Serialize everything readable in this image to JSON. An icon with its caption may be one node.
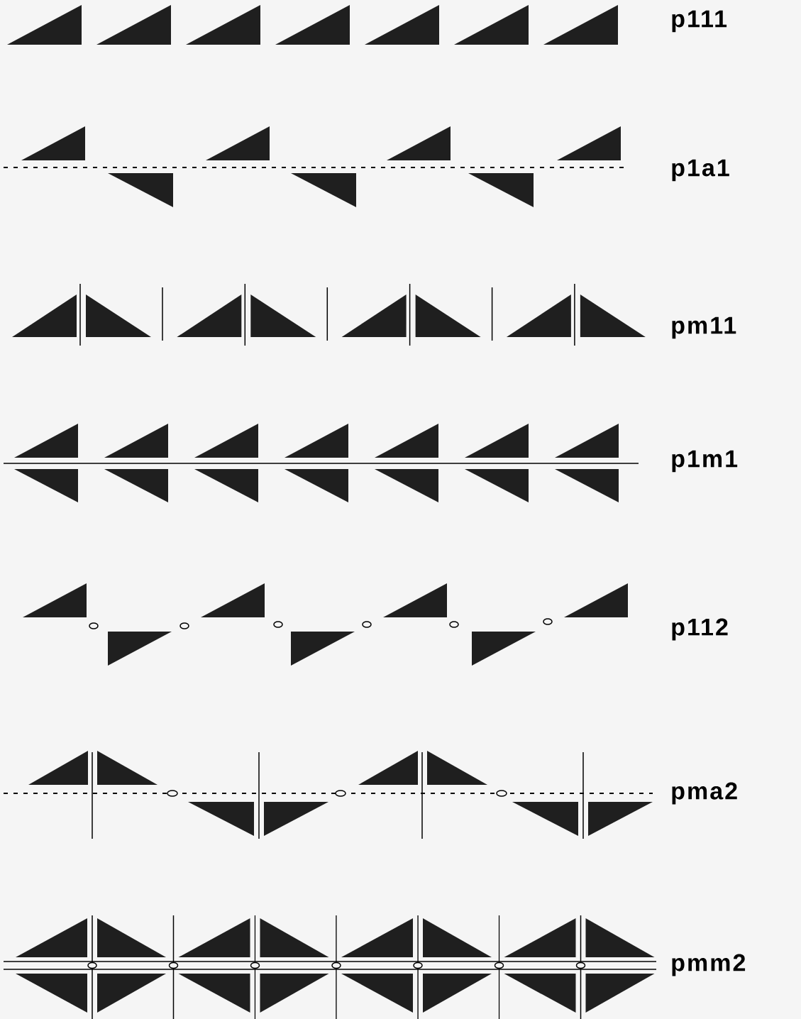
{
  "diagram": {
    "labels": [
      "p111",
      "p1a1",
      "pm11",
      "p1m1",
      "p112",
      "pma2",
      "pmm2"
    ]
  }
}
